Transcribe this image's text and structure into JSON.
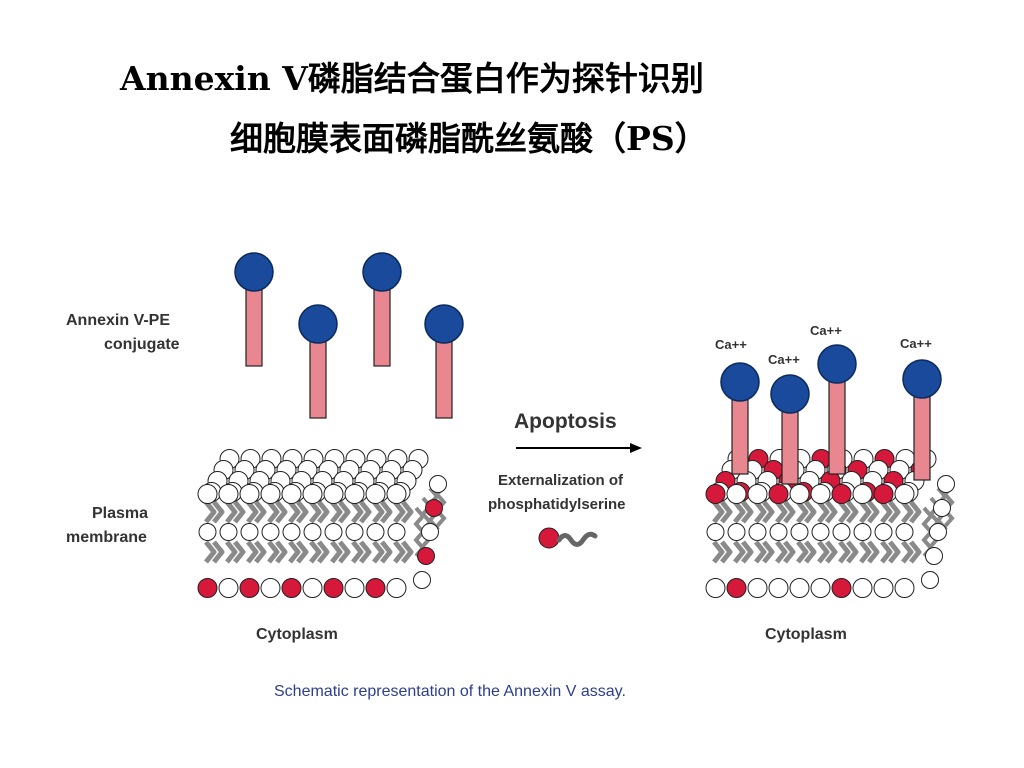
{
  "title": {
    "line1": "Annexin V磷脂结合蛋白作为探针识别",
    "line2": "细胞膜表面磷脂酰丝氨酸（PS）"
  },
  "labels": {
    "conjugate_line1": "Annexin V-PE",
    "conjugate_line2": "conjugate",
    "membrane_line1": "Plasma",
    "membrane_line2": "membrane",
    "cytoplasm_left": "Cytoplasm",
    "cytoplasm_right": "Cytoplasm",
    "apoptosis": "Apoptosis",
    "externalization_line1": "Externalization of",
    "externalization_line2": "phosphatidylserine",
    "calcium": [
      "Ca++",
      "Ca++",
      "Ca++",
      "Ca++"
    ],
    "caption": "Schematic representation of the Annexin V assay."
  },
  "colors": {
    "annexin_head": "#1a4a9c",
    "annexin_stem": "#e8878f",
    "phosphatidylserine": "#d6183a",
    "lipid_tail": "#8a8a8a",
    "caption_text": "#2c3e8f"
  }
}
